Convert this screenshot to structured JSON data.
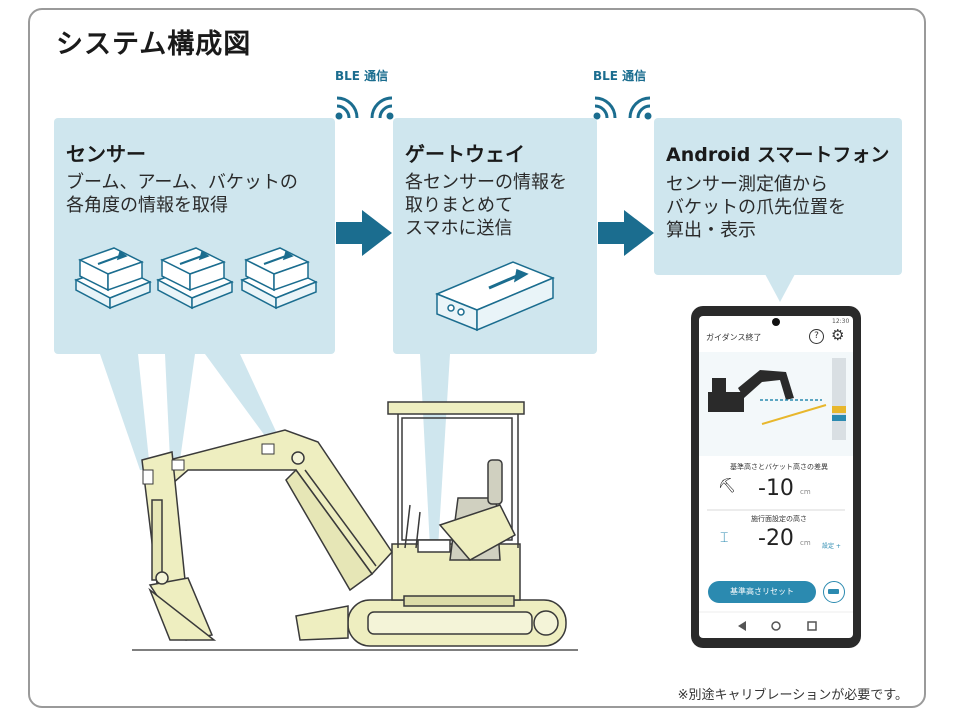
{
  "title": "システム構成図",
  "ble_label": "BLE 通信",
  "sensor": {
    "heading": "センサー",
    "description": "ブーム、アーム、バケットの\n各角度の情報を取得"
  },
  "gateway": {
    "heading": "ゲートウェイ",
    "description": "各センサーの情報を\n取りまとめて\nスマホに送信"
  },
  "smartphone": {
    "heading": "Android スマートフォン",
    "description": "センサー測定値から\nバケットの爪先位置を\n算出・表示"
  },
  "phone_screen": {
    "time": "12:30",
    "header": "ガイダンス終了",
    "panel1_label": "基準高さとバケット高さの差異",
    "panel1_value": "-10",
    "panel1_unit": "cm",
    "panel2_label": "施行面設定の高さ",
    "panel2_value": "-20",
    "panel2_unit": "cm",
    "panel2_link": "設定 +",
    "reset_button": "基準高さリセット"
  },
  "footnote": "※別途キャリブレーションが必要です。",
  "colors": {
    "box": "#cfe6ee",
    "arrow": "#1b6d8f",
    "excavator": "#eeeec0",
    "accent": "#2b8ab0"
  }
}
